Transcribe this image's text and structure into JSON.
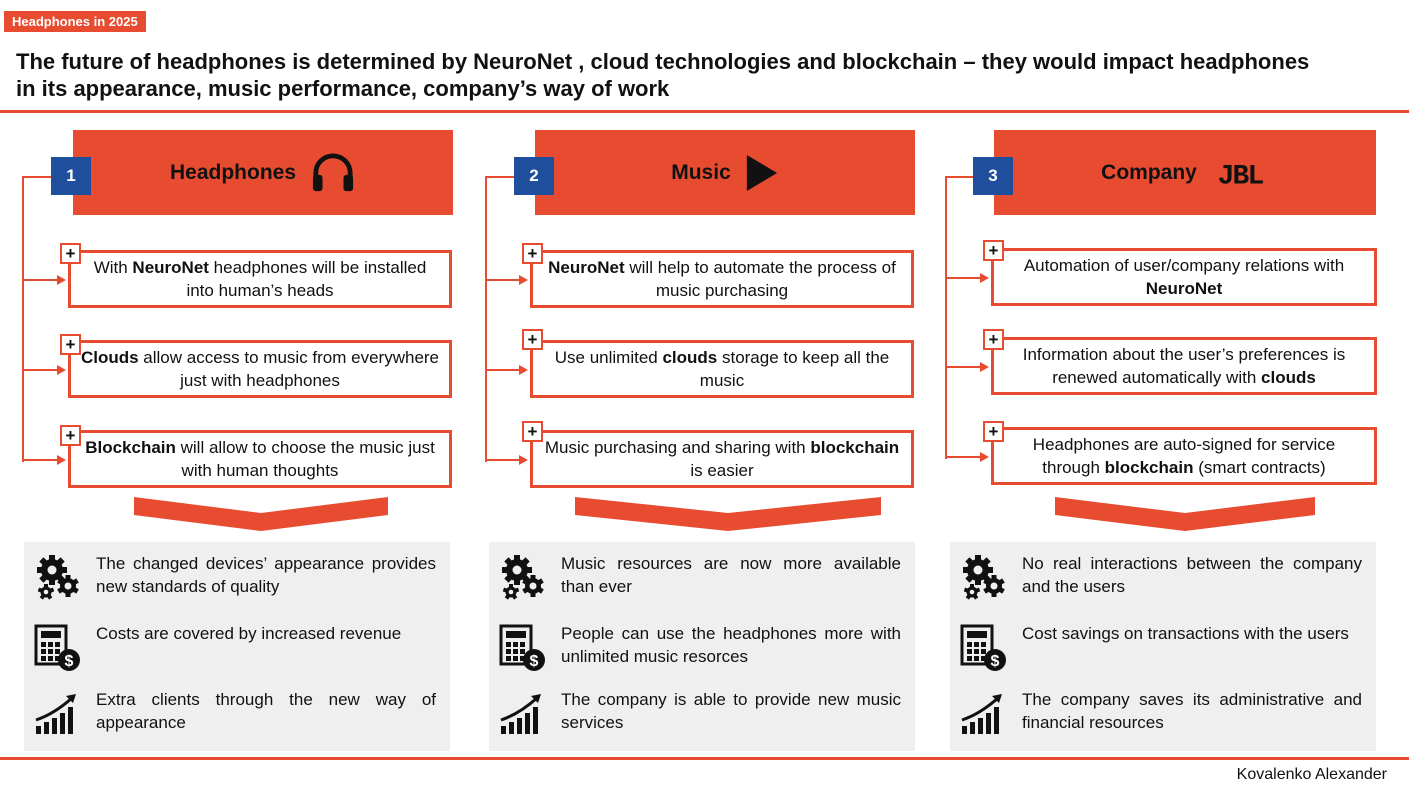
{
  "header": {
    "tag": "Headphones in 2025",
    "headline": "The future of headphones is determined by NeuroNet , cloud technologies and blockchain – they would impact headphones in its appearance, music performance, company’s way of work"
  },
  "footer": {
    "author": "Kovalenko Alexander"
  },
  "colors": {
    "accent": "#e84c30",
    "number_badge": "#1f4e9c",
    "panel_bg": "#efefef"
  },
  "columns": [
    {
      "number": "1",
      "title": "Headphones",
      "icon": "headphones-icon",
      "items": [
        {
          "parts": [
            {
              "t": "With ",
              "b": false
            },
            {
              "t": "NeuroNet",
              "b": true
            },
            {
              "t": " headphones will be installed into human’s heads",
              "b": false
            }
          ]
        },
        {
          "parts": [
            {
              "t": "Clouds",
              "b": true
            },
            {
              "t": " allow access to music from everywhere just with headphones",
              "b": false
            }
          ]
        },
        {
          "parts": [
            {
              "t": "Blockchain",
              "b": true
            },
            {
              "t": " will allow to choose the music just with human thoughts",
              "b": false
            }
          ]
        }
      ],
      "outcomes": [
        {
          "icon": "gears-icon",
          "text": "The changed devices’ appearance provides new standards of quality"
        },
        {
          "icon": "calculator-dollar-icon",
          "text": "Costs are covered by increased revenue"
        },
        {
          "icon": "growth-chart-icon",
          "text": "Extra clients through the new way of appearance"
        }
      ]
    },
    {
      "number": "2",
      "title": "Music",
      "icon": "play-icon",
      "items": [
        {
          "parts": [
            {
              "t": "NeuroNet",
              "b": true
            },
            {
              "t": " will help to automate the process of music purchasing",
              "b": false
            }
          ]
        },
        {
          "parts": [
            {
              "t": "Use unlimited ",
              "b": false
            },
            {
              "t": "clouds",
              "b": true
            },
            {
              "t": " storage to keep all the music",
              "b": false
            }
          ]
        },
        {
          "parts": [
            {
              "t": "Music purchasing and sharing with ",
              "b": false
            },
            {
              "t": "blockchain",
              "b": true
            },
            {
              "t": " is easier",
              "b": false
            }
          ]
        }
      ],
      "outcomes": [
        {
          "icon": "gears-icon",
          "text": "Music resources are now more available than ever"
        },
        {
          "icon": "calculator-dollar-icon",
          "text": "People can use the headphones more with unlimited music resorces"
        },
        {
          "icon": "growth-chart-icon",
          "text": "The company is able to provide new music services"
        }
      ]
    },
    {
      "number": "3",
      "title": "Company",
      "icon": "jbl-logo",
      "logo_text": "JBL",
      "items": [
        {
          "parts": [
            {
              "t": "Automation of user/company relations with ",
              "b": false
            },
            {
              "t": "NeuroNet",
              "b": true
            }
          ]
        },
        {
          "parts": [
            {
              "t": "Information about the user’s preferences is renewed automatically with ",
              "b": false
            },
            {
              "t": "clouds",
              "b": true
            }
          ]
        },
        {
          "parts": [
            {
              "t": "Headphones are auto-signed for service through ",
              "b": false
            },
            {
              "t": "blockchain",
              "b": true
            },
            {
              "t": " (smart contracts)",
              "b": false
            }
          ]
        }
      ],
      "outcomes": [
        {
          "icon": "gears-icon",
          "text": "No real interactions between the company and the users"
        },
        {
          "icon": "calculator-dollar-icon",
          "text": "Cost savings on transactions with the users"
        },
        {
          "icon": "growth-chart-icon",
          "text": "The company saves its administrative and financial resources"
        }
      ]
    }
  ]
}
